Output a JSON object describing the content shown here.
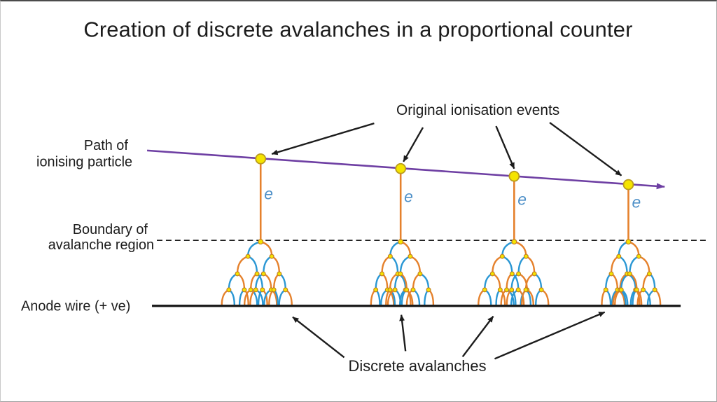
{
  "title": "Creation of discrete avalanches in a proportional counter",
  "labels": {
    "path_line1": "Path of",
    "path_line2": "ionising particle",
    "boundary_line1": "Boundary of",
    "boundary_line2": "avalanche region",
    "anode_wire": "Anode wire  (+ ve)",
    "original_ionisation": "Original ionisation events",
    "discrete_avalanches": "Discrete avalanches"
  },
  "events": {
    "electron_labels": [
      "e",
      "e",
      "e",
      "e"
    ]
  },
  "colors": {
    "particle_path": "#6E3FA3",
    "electron_track_orange": "#E5812C",
    "avalanche_blue": "#2A97D4",
    "ionisation_dot_fill": "#F5E400",
    "ionisation_dot_border": "#B99B1E",
    "avalanche_dot_border": "#C2801F",
    "electron_label_blue": "#4E90C8",
    "ink": "#1C1C1C",
    "background": "#FFFFFF"
  }
}
